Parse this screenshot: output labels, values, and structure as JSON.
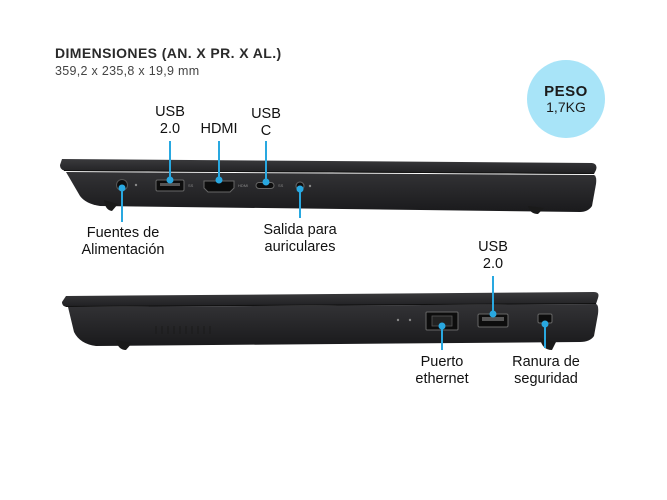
{
  "dimensions": {
    "title": "DIMENSIONES (AN. X PR. X AL.)",
    "values": "359,2 x 235,8 x 19,9 mm"
  },
  "weight": {
    "label": "PESO",
    "value": "1,7KG"
  },
  "left_side": {
    "ports": {
      "usb_a": "USB\n2.0",
      "hdmi": "HDMI",
      "usb_c": "USB\nC",
      "power": "Fuentes de\nAlimentación",
      "audio": "Salida para\nauriculares"
    }
  },
  "right_side": {
    "ports": {
      "usb_a": "USB\n2.0",
      "ethernet": "Puerto\nethernet",
      "lock": "Ranura de\nseguridad"
    }
  },
  "colors": {
    "accent": "#29a8e0",
    "badge": "#a8e4f8",
    "laptop_body": "#2b2b2d"
  }
}
